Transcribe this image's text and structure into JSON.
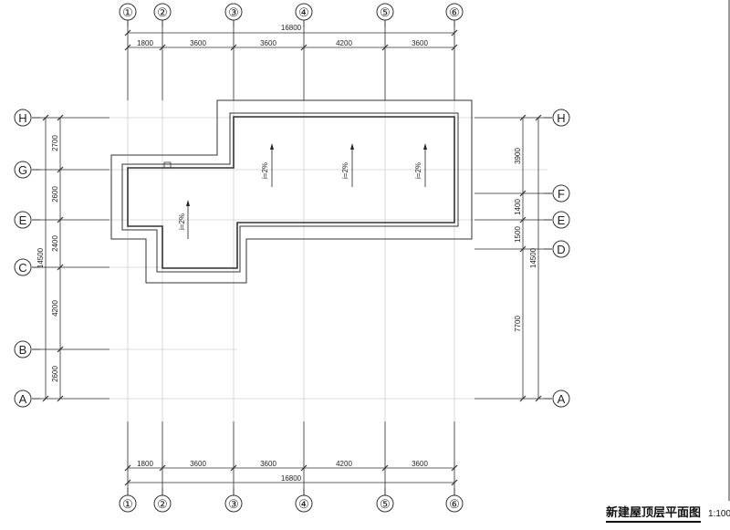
{
  "drawing": {
    "title": "新建屋顶层平面图",
    "scale": "1:100"
  },
  "axes": {
    "vertical": [
      "①",
      "②",
      "③",
      "④",
      "⑤",
      "⑥"
    ],
    "horizontal_left": [
      "H",
      "G",
      "E",
      "C",
      "B",
      "A"
    ],
    "horizontal_right": [
      "H",
      "F",
      "E",
      "D",
      "A"
    ]
  },
  "dimensions": {
    "top_total": "16800",
    "top_spans": [
      "1800",
      "3600",
      "3600",
      "4200",
      "3600"
    ],
    "bottom_total": "16800",
    "bottom_spans": [
      "1800",
      "3600",
      "3600",
      "4200",
      "3600"
    ],
    "left_total": "14500",
    "left_spans": [
      "2700",
      "2600",
      "2400",
      "4200",
      "2600"
    ],
    "right_total": "14500",
    "right_spans": [
      "3900",
      "1400",
      "1500",
      "7700"
    ]
  },
  "slopes": [
    "i=2%",
    "i=2%",
    "i=2%",
    "i=2%"
  ]
}
